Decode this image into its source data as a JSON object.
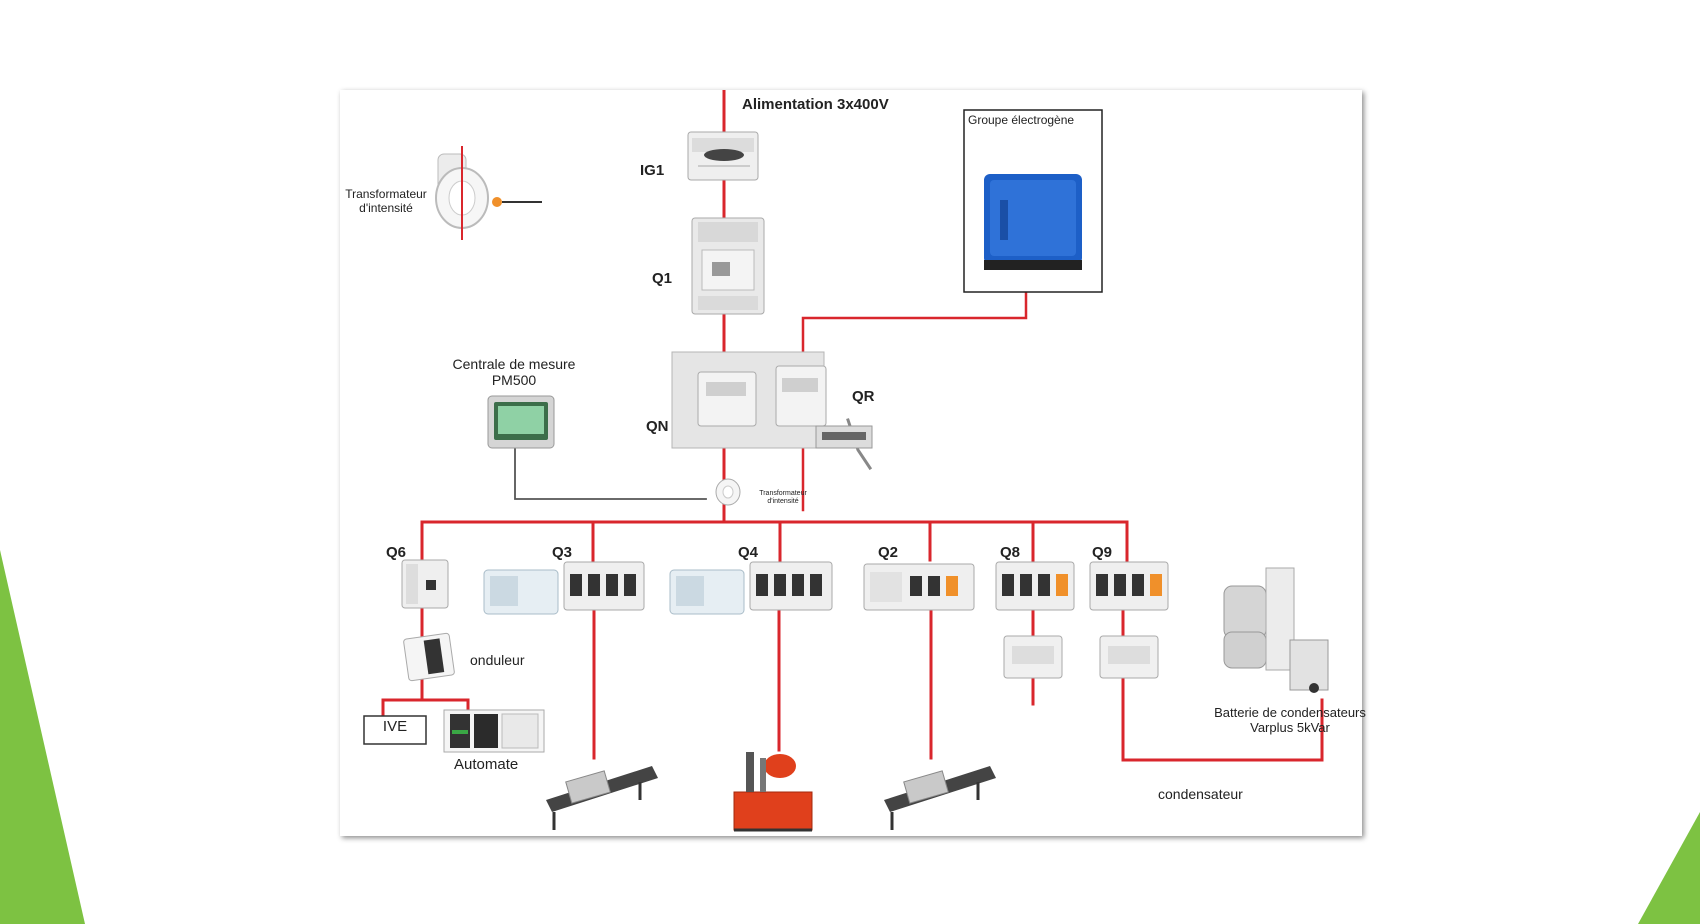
{
  "colors": {
    "accent_green": "#7dc242",
    "power_line": "#d9262c",
    "signal_line": "#555555",
    "generator_blue": "#1d5fc7",
    "pump_red": "#e0401c"
  },
  "labels": {
    "supply": "Alimentation 3x400V",
    "ig1": "IG1",
    "q1": "Q1",
    "qn": "QN",
    "qr": "QR",
    "generator": "Groupe électrogène",
    "current_transformer": "Transformateur d'intensité",
    "current_transformer_small": "Transformateur d'intensité",
    "power_meter": "Centrale de mesure PM500",
    "q6": "Q6",
    "q3": "Q3",
    "q4": "Q4",
    "q2": "Q2",
    "q8": "Q8",
    "q9": "Q9",
    "ups": "onduleur",
    "ive": "IVE",
    "plc": "Automate",
    "capacitor_bank": "Batterie de condensateurs Varplus 5kVar",
    "capacitor": "condensateur"
  },
  "icons": [
    "current-transformer-icon",
    "switch-disconnector-icon",
    "circuit-breaker-icon",
    "transfer-switch-icon",
    "generator-icon",
    "power-meter-icon",
    "ups-icon",
    "plc-icon",
    "conveyor-icon",
    "hydraulic-pump-icon",
    "capacitor-bank-icon"
  ]
}
